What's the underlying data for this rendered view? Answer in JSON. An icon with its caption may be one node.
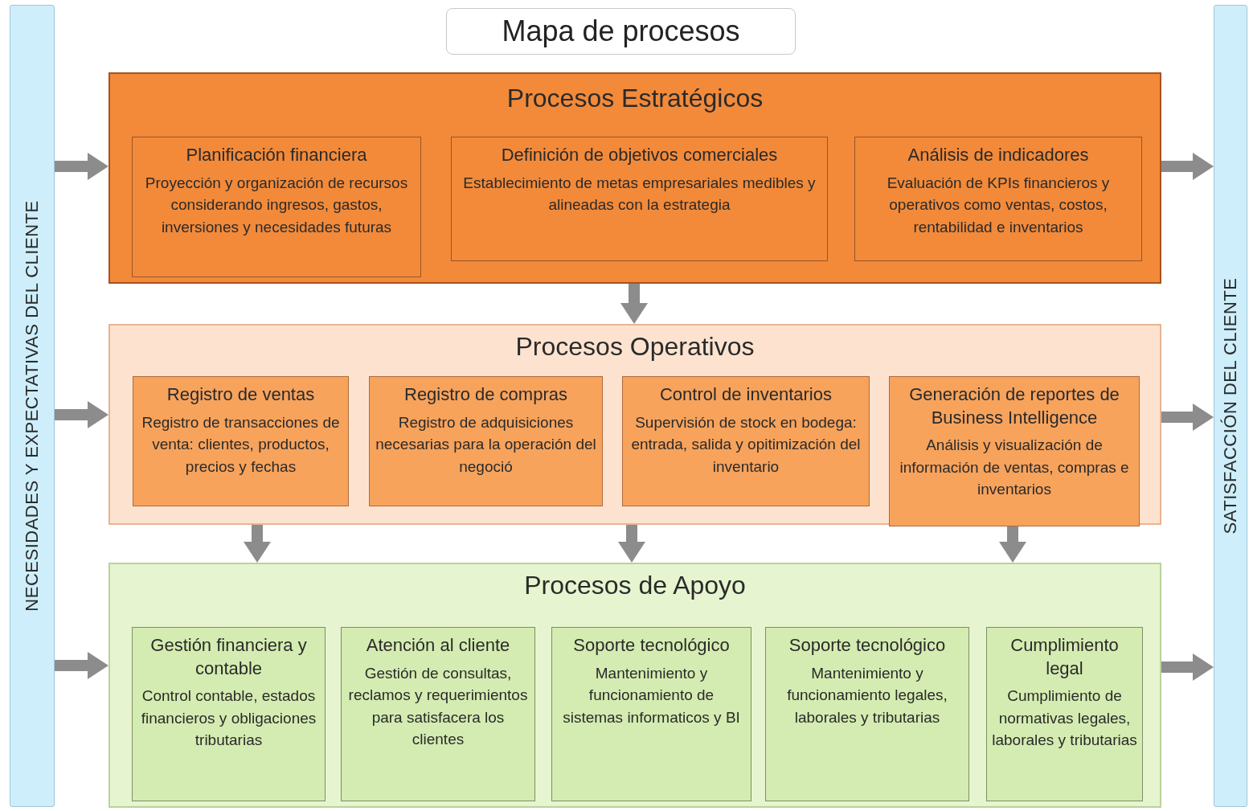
{
  "diagram": {
    "title": "Mapa de procesos",
    "nodes": [
      {
        "text": [
          "NECESIDADES Y EXPECTATIVAS DEL CLIENTE"
        ]
      },
      {
        "text": [
          "Procesos Estratégicos"
        ]
      },
      {
        "text": [
          "Planificación financiera",
          "Proyección y organización de recursos considerando ingresos, gastos, inversiones y necesidades futuras"
        ],
        "in": 1
      },
      {
        "text": [
          "Definición de objetivos comerciales",
          "Establecimiento de metas empresariales medibles y alineadas con la estrategia"
        ],
        "in": 1
      },
      {
        "text": [
          "Análisis de indicadores",
          "Evaluación de KPIs financieros y operativos como ventas, costos, rentabilidad e inventarios"
        ],
        "in": 1
      },
      {
        "text": [
          "Procesos Operativos"
        ]
      },
      {
        "text": [
          "Registro de ventas",
          "Registro de transacciones de venta: clientes, productos, precios y fechas"
        ],
        "in": 5
      },
      {
        "text": [
          "Registro de compras",
          "Registro de adquisiciones necesarias para la operación del negoció"
        ],
        "in": 5
      },
      {
        "text": [
          "Control de inventarios",
          "Supervisión de stock en bodega: entrada, salida y opitimización del inventario"
        ],
        "in": 5
      },
      {
        "text": [
          "Generación de reportes de Business Intelligence",
          "Análisis y visualización de información de ventas, compras e inventarios"
        ],
        "in": 5
      },
      {
        "text": [
          "Procesos de Apoyo"
        ]
      },
      {
        "text": [
          "Gestión financiera y contable",
          "Control contable, estados financieros y obligaciones tributarias"
        ],
        "in": 10
      },
      {
        "text": [
          "Atención al cliente",
          "Gestión de consultas, reclamos y requerimientos para satisfacera los clientes"
        ],
        "in": 10
      },
      {
        "text": [
          "Soporte tecnológico",
          "Mantenimiento y funcionamiento de sistemas informaticos y BI"
        ],
        "in": 10
      },
      {
        "text": [
          "Soporte tecnológico",
          "Mantenimiento y funcionamiento legales, laborales y tributarias"
        ],
        "in": 10
      },
      {
        "text": [
          "Cumplimiento legal",
          "Cumplimiento de normativas legales, laborales y tributarias"
        ],
        "in": 10
      },
      {
        "text": [
          "SATISFACCIÓN DEL CLIENTE"
        ]
      }
    ],
    "edges": [
      {
        "from": 0,
        "to": 1,
        "arrow": "to"
      },
      {
        "from": 0,
        "to": 5,
        "arrow": "to"
      },
      {
        "from": 0,
        "to": 10,
        "arrow": "to"
      },
      {
        "from": 1,
        "to": 16,
        "arrow": "to"
      },
      {
        "from": 5,
        "to": 16,
        "arrow": "to"
      },
      {
        "from": 10,
        "to": 16,
        "arrow": "to"
      },
      {
        "from": 1,
        "to": 5,
        "arrow": "to"
      },
      {
        "from": 5,
        "to": 10,
        "arrow": "to"
      },
      {
        "from": 5,
        "to": 10,
        "arrow": "to"
      },
      {
        "from": 5,
        "to": 10,
        "arrow": "to"
      }
    ]
  }
}
